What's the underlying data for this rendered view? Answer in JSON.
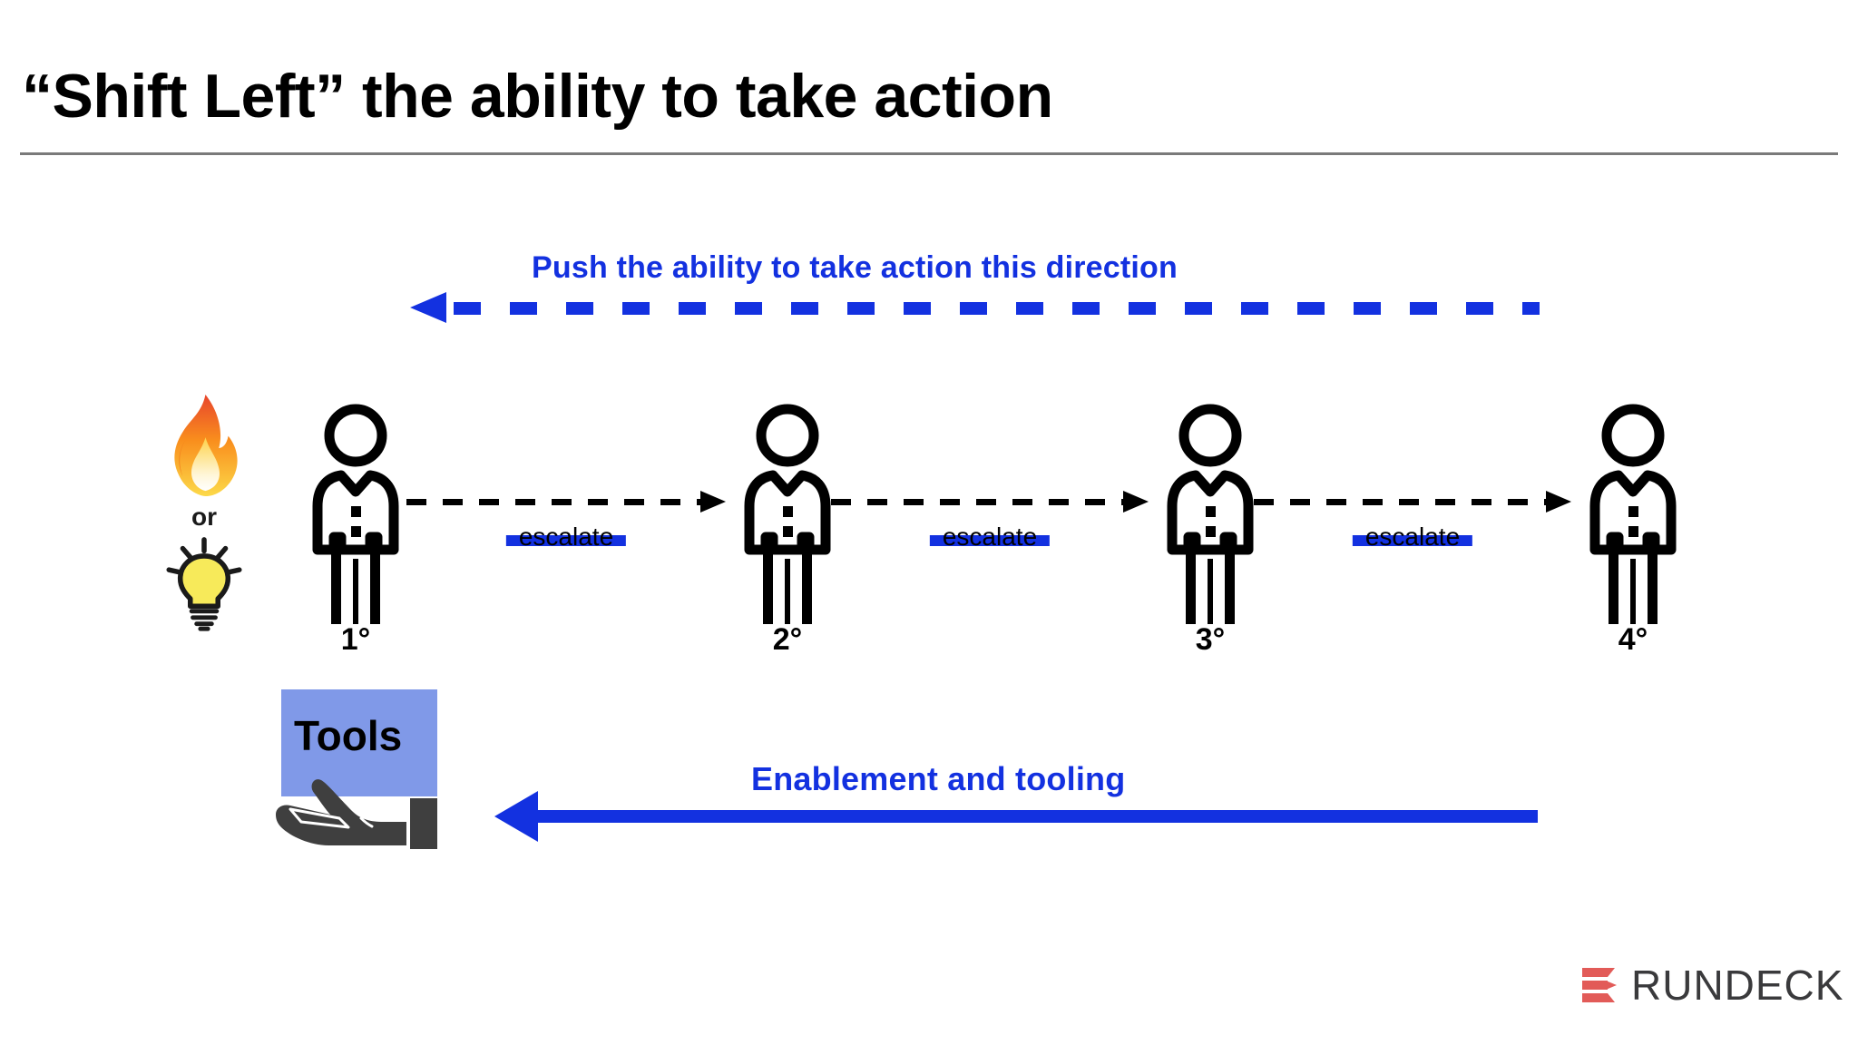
{
  "slide": {
    "title": "“Shift Left” the ability to take action",
    "background_color": "#ffffff",
    "accent_blue": "#1331e0",
    "rule_color": "#7a7a7a"
  },
  "top_arrow": {
    "label": "Push the ability to take action this direction",
    "direction": "left",
    "style": "dashed",
    "color": "#1331e0"
  },
  "trigger": {
    "fire_icon_name": "fire-icon",
    "or_label": "or",
    "bulb_icon_name": "lightbulb-icon"
  },
  "people": [
    {
      "label": "1°",
      "icon": "person-icon"
    },
    {
      "label": "2°",
      "icon": "person-icon"
    },
    {
      "label": "3°",
      "icon": "person-icon"
    },
    {
      "label": "4°",
      "icon": "person-icon"
    }
  ],
  "connectors": [
    {
      "label": "escalate",
      "bar_color": "#1331e0"
    },
    {
      "label": "escalate",
      "bar_color": "#1331e0"
    },
    {
      "label": "escalate",
      "bar_color": "#1331e0"
    }
  ],
  "tools": {
    "label": "Tools",
    "box_color": "#8099e8",
    "hand_icon_name": "open-hand-icon",
    "hand_color": "#3f3f3f"
  },
  "bottom_arrow": {
    "label": "Enablement and tooling",
    "direction": "left",
    "style": "solid",
    "color": "#1331e0"
  },
  "logo": {
    "text": "RUNDECK",
    "mark_color": "#e25b58",
    "text_color": "#3a3a3c"
  }
}
